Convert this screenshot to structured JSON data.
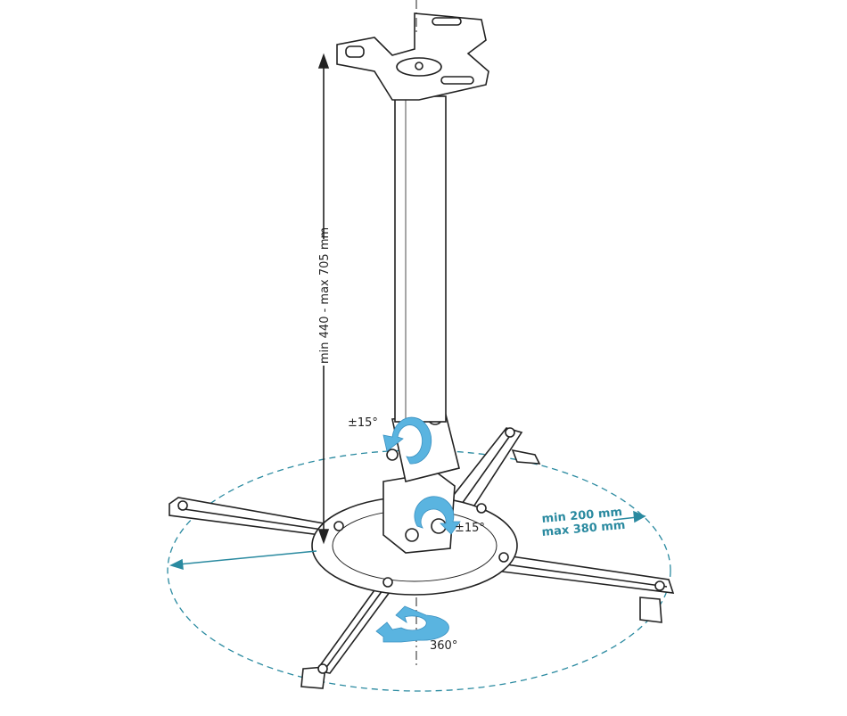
{
  "labels": {
    "height_range": "min 440 - max 705 mm",
    "tilt_upper": "±15°",
    "tilt_lower": "±15°",
    "arm_min": "min 200 mm",
    "arm_max": "max 380 mm",
    "rotation": "360°"
  },
  "colors": {
    "accent": "#2a8aa0",
    "arrow_fill": "#5ab4e0",
    "line": "#222222"
  }
}
